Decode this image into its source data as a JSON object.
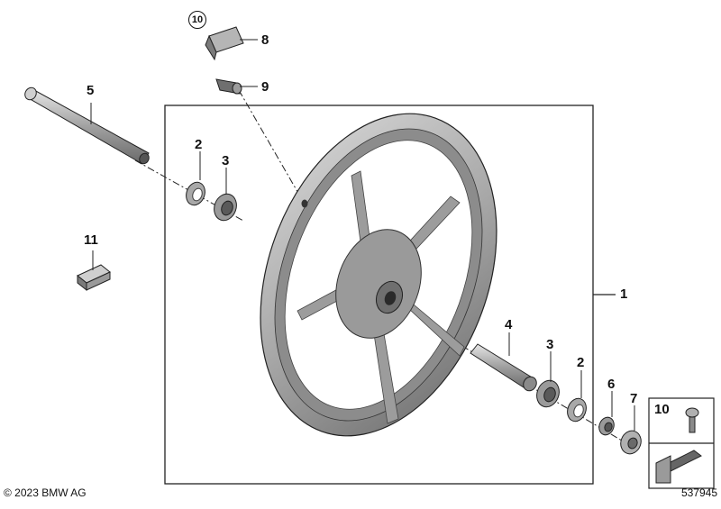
{
  "diagram": {
    "callouts": {
      "p1": "1",
      "p2a": "2",
      "p2b": "2",
      "p3a": "3",
      "p3b": "3",
      "p4": "4",
      "p5": "5",
      "p6": "6",
      "p7": "7",
      "p8": "8",
      "p9": "9",
      "p10_circled": "10",
      "p10_legend": "10",
      "p11": "11"
    },
    "copyright": "© 2023 BMW AG",
    "reference_number": "537945"
  },
  "colors": {
    "outline": "#222222",
    "metal_dark": "#6f6f6f",
    "metal_mid": "#9a9a9a",
    "metal_light": "#cfcfcf"
  }
}
